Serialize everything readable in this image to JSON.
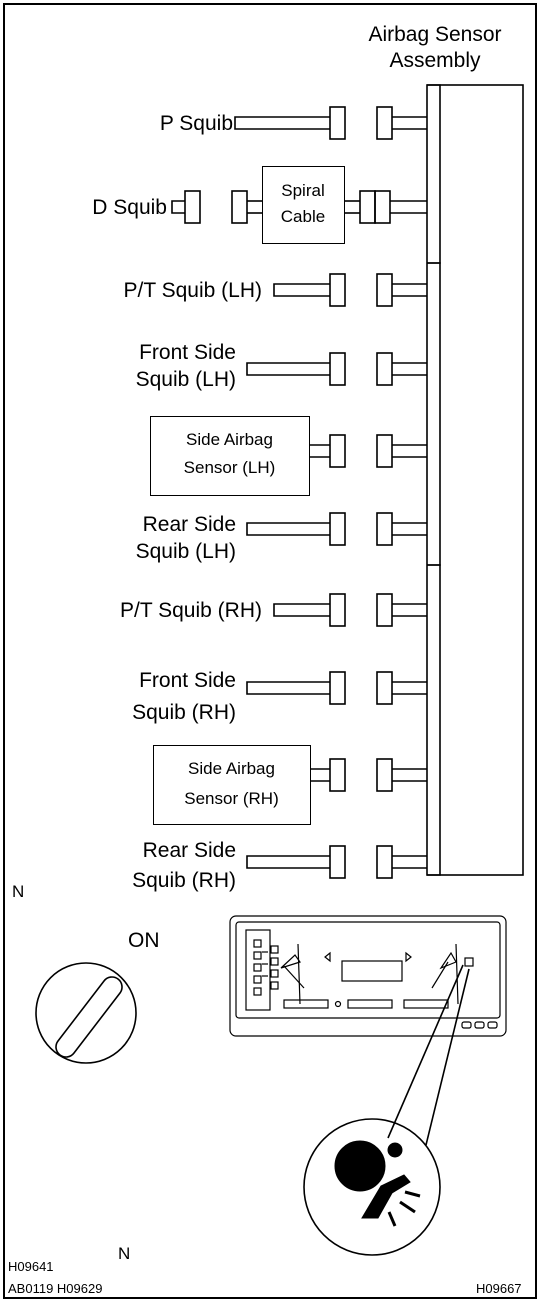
{
  "assembly": {
    "title_line1": "Airbag Sensor",
    "title_line2": "Assembly"
  },
  "squibs": {
    "p": "P Squib",
    "d": "D Squib",
    "spiral_line1": "Spiral",
    "spiral_line2": "Cable",
    "pt_lh": "P/T Squib (LH)",
    "front_lh_1": "Front Side",
    "front_lh_2": "Squib (LH)",
    "side_sensor_lh_1": "Side Airbag",
    "side_sensor_lh_2": "Sensor (LH)",
    "rear_lh_1": "Rear Side",
    "rear_lh_2": "Squib (LH)",
    "pt_rh": "P/T Squib (RH)",
    "front_rh_1": "Front Side",
    "front_rh_2": "Squib (RH)",
    "side_sensor_rh_1": "Side Airbag",
    "side_sensor_rh_2": "Sensor (RH)",
    "rear_rh_1": "Rear Side",
    "rear_rh_2": "Squib (RH)"
  },
  "ignition": {
    "marker_n": "N",
    "on_label": "ON"
  },
  "footer": {
    "code_1": "H09641",
    "code_2": "AB0119 H09629",
    "code_3": "H09667",
    "marker_n2": "N"
  }
}
